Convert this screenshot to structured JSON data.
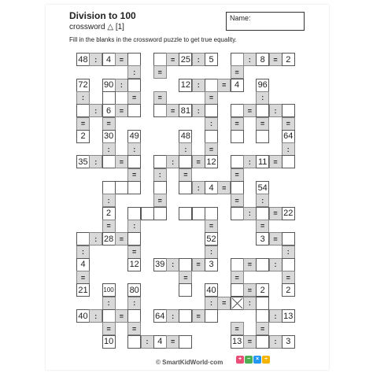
{
  "header": {
    "title": "Division to 100",
    "subtitle": "crossword △ [1]",
    "name_label": "Name:",
    "instructions": "Fill in the blanks in the crossword puzzle to get true equality."
  },
  "footer": {
    "brand": "© SmartKidWorld·com",
    "logo_glyphs": [
      "+",
      "−",
      "×",
      "÷"
    ],
    "logo_colors": [
      "#e94e77",
      "#4caf50",
      "#2196f3",
      "#f4b400"
    ]
  },
  "puzzle": {
    "cells": [
      {
        "c": 0,
        "r": 0,
        "t": "num",
        "v": "48"
      },
      {
        "c": 1,
        "r": 0,
        "t": "op",
        "v": ":"
      },
      {
        "c": 2,
        "r": 0,
        "t": "num",
        "v": "4"
      },
      {
        "c": 3,
        "r": 0,
        "t": "op",
        "v": "="
      },
      {
        "c": 4,
        "r": 0,
        "t": "blank",
        "v": ""
      },
      {
        "c": 6,
        "r": 0,
        "t": "blank",
        "v": ""
      },
      {
        "c": 7,
        "r": 0,
        "t": "op",
        "v": "="
      },
      {
        "c": 8,
        "r": 0,
        "t": "num",
        "v": "25"
      },
      {
        "c": 9,
        "r": 0,
        "t": "op",
        "v": ":"
      },
      {
        "c": 10,
        "r": 0,
        "t": "num",
        "v": "5"
      },
      {
        "c": 12,
        "r": 0,
        "t": "blank",
        "v": ""
      },
      {
        "c": 13,
        "r": 0,
        "t": "op",
        "v": ":"
      },
      {
        "c": 14,
        "r": 0,
        "t": "num",
        "v": "8"
      },
      {
        "c": 15,
        "r": 0,
        "t": "op",
        "v": "="
      },
      {
        "c": 16,
        "r": 0,
        "t": "num",
        "v": "2"
      },
      {
        "c": 4,
        "r": 1,
        "t": "op",
        "v": ":"
      },
      {
        "c": 6,
        "r": 1,
        "t": "op",
        "v": "="
      },
      {
        "c": 12,
        "r": 1,
        "t": "op",
        "v": "="
      },
      {
        "c": 0,
        "r": 2,
        "t": "num",
        "v": "72"
      },
      {
        "c": 2,
        "r": 2,
        "t": "num",
        "v": "90"
      },
      {
        "c": 3,
        "r": 2,
        "t": "op",
        "v": ":"
      },
      {
        "c": 4,
        "r": 2,
        "t": "blank",
        "v": ""
      },
      {
        "c": 8,
        "r": 2,
        "t": "num",
        "v": "12"
      },
      {
        "c": 9,
        "r": 2,
        "t": "op",
        "v": ":"
      },
      {
        "c": 10,
        "r": 2,
        "t": "blank",
        "v": ""
      },
      {
        "c": 11,
        "r": 2,
        "t": "op",
        "v": "="
      },
      {
        "c": 12,
        "r": 2,
        "t": "num",
        "v": "4"
      },
      {
        "c": 14,
        "r": 2,
        "t": "num",
        "v": "96"
      },
      {
        "c": 0,
        "r": 3,
        "t": "op",
        "v": ":"
      },
      {
        "c": 2,
        "r": 3,
        "t": "blank",
        "v": ""
      },
      {
        "c": 4,
        "r": 3,
        "t": "op",
        "v": "="
      },
      {
        "c": 6,
        "r": 3,
        "t": "op",
        "v": "="
      },
      {
        "c": 10,
        "r": 3,
        "t": "op",
        "v": "="
      },
      {
        "c": 14,
        "r": 3,
        "t": "op",
        "v": ":"
      },
      {
        "c": 0,
        "r": 4,
        "t": "blank",
        "v": ""
      },
      {
        "c": 1,
        "r": 4,
        "t": "op",
        "v": ":"
      },
      {
        "c": 2,
        "r": 4,
        "t": "num",
        "v": "6"
      },
      {
        "c": 3,
        "r": 4,
        "t": "op",
        "v": "="
      },
      {
        "c": 4,
        "r": 4,
        "t": "blank",
        "v": ""
      },
      {
        "c": 6,
        "r": 4,
        "t": "blank",
        "v": ""
      },
      {
        "c": 7,
        "r": 4,
        "t": "op",
        "v": "="
      },
      {
        "c": 8,
        "r": 4,
        "t": "num",
        "v": "81"
      },
      {
        "c": 9,
        "r": 4,
        "t": "op",
        "v": ":"
      },
      {
        "c": 10,
        "r": 4,
        "t": "blank",
        "v": ""
      },
      {
        "c": 12,
        "r": 4,
        "t": "blank",
        "v": ""
      },
      {
        "c": 13,
        "r": 4,
        "t": "op",
        "v": "="
      },
      {
        "c": 14,
        "r": 4,
        "t": "blank",
        "v": ""
      },
      {
        "c": 15,
        "r": 4,
        "t": "op",
        "v": ":"
      },
      {
        "c": 16,
        "r": 4,
        "t": "blank",
        "v": ""
      },
      {
        "c": 0,
        "r": 5,
        "t": "op",
        "v": "="
      },
      {
        "c": 2,
        "r": 5,
        "t": "op",
        "v": "="
      },
      {
        "c": 10,
        "r": 5,
        "t": "op",
        "v": ":"
      },
      {
        "c": 12,
        "r": 5,
        "t": "op",
        "v": "="
      },
      {
        "c": 14,
        "r": 5,
        "t": "op",
        "v": "="
      },
      {
        "c": 16,
        "r": 5,
        "t": "op",
        "v": "="
      },
      {
        "c": 0,
        "r": 6,
        "t": "num",
        "v": "2"
      },
      {
        "c": 2,
        "r": 6,
        "t": "num",
        "v": "30"
      },
      {
        "c": 4,
        "r": 6,
        "t": "num",
        "v": "49"
      },
      {
        "c": 8,
        "r": 6,
        "t": "num",
        "v": "48"
      },
      {
        "c": 10,
        "r": 6,
        "t": "blank",
        "v": ""
      },
      {
        "c": 12,
        "r": 6,
        "t": "blank",
        "v": ""
      },
      {
        "c": 14,
        "r": 6,
        "t": "blank",
        "v": ""
      },
      {
        "c": 16,
        "r": 6,
        "t": "num",
        "v": "64"
      },
      {
        "c": 2,
        "r": 7,
        "t": "op",
        "v": ":"
      },
      {
        "c": 4,
        "r": 7,
        "t": "op",
        "v": ":"
      },
      {
        "c": 8,
        "r": 7,
        "t": "op",
        "v": ":"
      },
      {
        "c": 10,
        "r": 7,
        "t": "op",
        "v": "="
      },
      {
        "c": 16,
        "r": 7,
        "t": "op",
        "v": ":"
      },
      {
        "c": 0,
        "r": 8,
        "t": "num",
        "v": "35"
      },
      {
        "c": 1,
        "r": 8,
        "t": "op",
        "v": ":"
      },
      {
        "c": 2,
        "r": 8,
        "t": "blank",
        "v": ""
      },
      {
        "c": 3,
        "r": 8,
        "t": "op",
        "v": "="
      },
      {
        "c": 4,
        "r": 8,
        "t": "blank",
        "v": ""
      },
      {
        "c": 6,
        "r": 8,
        "t": "blank",
        "v": ""
      },
      {
        "c": 7,
        "r": 8,
        "t": "op",
        "v": ":"
      },
      {
        "c": 8,
        "r": 8,
        "t": "blank",
        "v": ""
      },
      {
        "c": 9,
        "r": 8,
        "t": "op",
        "v": "="
      },
      {
        "c": 10,
        "r": 8,
        "t": "num",
        "v": "12"
      },
      {
        "c": 12,
        "r": 8,
        "t": "blank",
        "v": ""
      },
      {
        "c": 13,
        "r": 8,
        "t": "op",
        "v": ":"
      },
      {
        "c": 14,
        "r": 8,
        "t": "num",
        "v": "11"
      },
      {
        "c": 15,
        "r": 8,
        "t": "op",
        "v": "="
      },
      {
        "c": 16,
        "r": 8,
        "t": "blank",
        "v": ""
      },
      {
        "c": 4,
        "r": 9,
        "t": "op",
        "v": "="
      },
      {
        "c": 6,
        "r": 9,
        "t": "op",
        "v": ":"
      },
      {
        "c": 8,
        "r": 9,
        "t": "op",
        "v": "="
      },
      {
        "c": 12,
        "r": 9,
        "t": "op",
        "v": "="
      },
      {
        "c": 2,
        "r": 10,
        "t": "blank",
        "v": ""
      },
      {
        "c": 3,
        "r": 10,
        "t": "blank",
        "v": ""
      },
      {
        "c": 4,
        "r": 10,
        "t": "blank",
        "v": ""
      },
      {
        "c": 6,
        "r": 10,
        "t": "blank",
        "v": ""
      },
      {
        "c": 8,
        "r": 10,
        "t": "blank",
        "v": ""
      },
      {
        "c": 9,
        "r": 10,
        "t": "op",
        "v": ":"
      },
      {
        "c": 10,
        "r": 10,
        "t": "num",
        "v": "4"
      },
      {
        "c": 11,
        "r": 10,
        "t": "op",
        "v": "="
      },
      {
        "c": 12,
        "r": 10,
        "t": "blank",
        "v": ""
      },
      {
        "c": 14,
        "r": 10,
        "t": "num",
        "v": "54"
      },
      {
        "c": 2,
        "r": 11,
        "t": "op",
        "v": ":"
      },
      {
        "c": 6,
        "r": 11,
        "t": "op",
        "v": "="
      },
      {
        "c": 12,
        "r": 11,
        "t": "op",
        "v": "="
      },
      {
        "c": 14,
        "r": 11,
        "t": "op",
        "v": ":"
      },
      {
        "c": 2,
        "r": 12,
        "t": "num",
        "v": "2"
      },
      {
        "c": 4,
        "r": 12,
        "t": "blank",
        "v": ""
      },
      {
        "c": 5,
        "r": 12,
        "t": "blank",
        "v": ""
      },
      {
        "c": 6,
        "r": 12,
        "t": "blank",
        "v": ""
      },
      {
        "c": 8,
        "r": 12,
        "t": "blank",
        "v": ""
      },
      {
        "c": 9,
        "r": 12,
        "t": "blank",
        "v": ""
      },
      {
        "c": 10,
        "r": 12,
        "t": "blank",
        "v": ""
      },
      {
        "c": 12,
        "r": 12,
        "t": "blank",
        "v": ""
      },
      {
        "c": 13,
        "r": 12,
        "t": "op",
        "v": ":"
      },
      {
        "c": 14,
        "r": 12,
        "t": "blank",
        "v": ""
      },
      {
        "c": 15,
        "r": 12,
        "t": "op",
        "v": "="
      },
      {
        "c": 16,
        "r": 12,
        "t": "num",
        "v": "22"
      },
      {
        "c": 2,
        "r": 13,
        "t": "op",
        "v": "="
      },
      {
        "c": 4,
        "r": 13,
        "t": "op",
        "v": ":"
      },
      {
        "c": 10,
        "r": 13,
        "t": "op",
        "v": "="
      },
      {
        "c": 14,
        "r": 13,
        "t": "op",
        "v": "="
      },
      {
        "c": 0,
        "r": 14,
        "t": "blank",
        "v": ""
      },
      {
        "c": 1,
        "r": 14,
        "t": "op",
        "v": ":"
      },
      {
        "c": 2,
        "r": 14,
        "t": "num",
        "v": "28"
      },
      {
        "c": 3,
        "r": 14,
        "t": "op",
        "v": "="
      },
      {
        "c": 4,
        "r": 14,
        "t": "blank",
        "v": ""
      },
      {
        "c": 10,
        "r": 14,
        "t": "num",
        "v": "52"
      },
      {
        "c": 14,
        "r": 14,
        "t": "num",
        "v": "3"
      },
      {
        "c": 15,
        "r": 14,
        "t": "op",
        "v": "="
      },
      {
        "c": 16,
        "r": 14,
        "t": "blank",
        "v": ""
      },
      {
        "c": 0,
        "r": 15,
        "t": "op",
        "v": ":"
      },
      {
        "c": 4,
        "r": 15,
        "t": "op",
        "v": "="
      },
      {
        "c": 10,
        "r": 15,
        "t": "op",
        "v": ":"
      },
      {
        "c": 16,
        "r": 15,
        "t": "op",
        "v": ":"
      },
      {
        "c": 0,
        "r": 16,
        "t": "num",
        "v": "4"
      },
      {
        "c": 4,
        "r": 16,
        "t": "num",
        "v": "12"
      },
      {
        "c": 6,
        "r": 16,
        "t": "num",
        "v": "39"
      },
      {
        "c": 7,
        "r": 16,
        "t": "op",
        "v": ":"
      },
      {
        "c": 8,
        "r": 16,
        "t": "blank",
        "v": ""
      },
      {
        "c": 9,
        "r": 16,
        "t": "op",
        "v": "="
      },
      {
        "c": 10,
        "r": 16,
        "t": "num",
        "v": "3"
      },
      {
        "c": 12,
        "r": 16,
        "t": "blank",
        "v": ""
      },
      {
        "c": 13,
        "r": 16,
        "t": "op",
        "v": "="
      },
      {
        "c": 14,
        "r": 16,
        "t": "blank",
        "v": ""
      },
      {
        "c": 15,
        "r": 16,
        "t": "op",
        "v": ":"
      },
      {
        "c": 16,
        "r": 16,
        "t": "blank",
        "v": ""
      },
      {
        "c": 0,
        "r": 17,
        "t": "op",
        "v": "="
      },
      {
        "c": 8,
        "r": 17,
        "t": "op",
        "v": "="
      },
      {
        "c": 12,
        "r": 17,
        "t": "op",
        "v": "="
      },
      {
        "c": 16,
        "r": 17,
        "t": "op",
        "v": "="
      },
      {
        "c": 0,
        "r": 18,
        "t": "num",
        "v": "21"
      },
      {
        "c": 2,
        "r": 18,
        "t": "num",
        "v": "100"
      },
      {
        "c": 4,
        "r": 18,
        "t": "num",
        "v": "80"
      },
      {
        "c": 8,
        "r": 18,
        "t": "blank",
        "v": ""
      },
      {
        "c": 10,
        "r": 18,
        "t": "num",
        "v": "40"
      },
      {
        "c": 12,
        "r": 18,
        "t": "blank",
        "v": ""
      },
      {
        "c": 13,
        "r": 18,
        "t": "op",
        "v": "="
      },
      {
        "c": 14,
        "r": 18,
        "t": "num",
        "v": "2"
      },
      {
        "c": 16,
        "r": 18,
        "t": "num",
        "v": "2"
      },
      {
        "c": 2,
        "r": 19,
        "t": "op",
        "v": ":"
      },
      {
        "c": 4,
        "r": 19,
        "t": "op",
        "v": ":"
      },
      {
        "c": 10,
        "r": 19,
        "t": "op",
        "v": ":"
      },
      {
        "c": 11,
        "r": 19,
        "t": "op",
        "v": "="
      },
      {
        "c": 12,
        "r": 19,
        "t": "x",
        "v": ""
      },
      {
        "c": 13,
        "r": 19,
        "t": "op",
        "v": ":"
      },
      {
        "c": 14,
        "r": 19,
        "t": "blank",
        "v": ""
      },
      {
        "c": 0,
        "r": 20,
        "t": "num",
        "v": "40"
      },
      {
        "c": 1,
        "r": 20,
        "t": "op",
        "v": ":"
      },
      {
        "c": 2,
        "r": 20,
        "t": "blank",
        "v": ""
      },
      {
        "c": 3,
        "r": 20,
        "t": "op",
        "v": "="
      },
      {
        "c": 4,
        "r": 20,
        "t": "blank",
        "v": ""
      },
      {
        "c": 6,
        "r": 20,
        "t": "num",
        "v": "64"
      },
      {
        "c": 7,
        "r": 20,
        "t": "op",
        "v": ":"
      },
      {
        "c": 8,
        "r": 20,
        "t": "blank",
        "v": ""
      },
      {
        "c": 9,
        "r": 20,
        "t": "op",
        "v": "="
      },
      {
        "c": 10,
        "r": 20,
        "t": "blank",
        "v": ""
      },
      {
        "c": 14,
        "r": 20,
        "t": "blank",
        "v": ""
      },
      {
        "c": 15,
        "r": 20,
        "t": "op",
        "v": ":"
      },
      {
        "c": 16,
        "r": 20,
        "t": "num",
        "v": "13"
      },
      {
        "c": 2,
        "r": 21,
        "t": "op",
        "v": "="
      },
      {
        "c": 4,
        "r": 21,
        "t": "op",
        "v": "="
      },
      {
        "c": 12,
        "r": 21,
        "t": "op",
        "v": "="
      },
      {
        "c": 14,
        "r": 21,
        "t": "op",
        "v": "="
      },
      {
        "c": 2,
        "r": 22,
        "t": "num",
        "v": "10"
      },
      {
        "c": 4,
        "r": 22,
        "t": "blank",
        "v": ""
      },
      {
        "c": 5,
        "r": 22,
        "t": "op",
        "v": ":"
      },
      {
        "c": 6,
        "r": 22,
        "t": "num",
        "v": "4"
      },
      {
        "c": 7,
        "r": 22,
        "t": "op",
        "v": "="
      },
      {
        "c": 8,
        "r": 22,
        "t": "blank",
        "v": ""
      },
      {
        "c": 12,
        "r": 22,
        "t": "num",
        "v": "13"
      },
      {
        "c": 13,
        "r": 22,
        "t": "op",
        "v": "="
      },
      {
        "c": 14,
        "r": 22,
        "t": "blank",
        "v": ""
      },
      {
        "c": 15,
        "r": 22,
        "t": "op",
        "v": ":"
      },
      {
        "c": 16,
        "r": 22,
        "t": "num",
        "v": "3"
      }
    ]
  }
}
